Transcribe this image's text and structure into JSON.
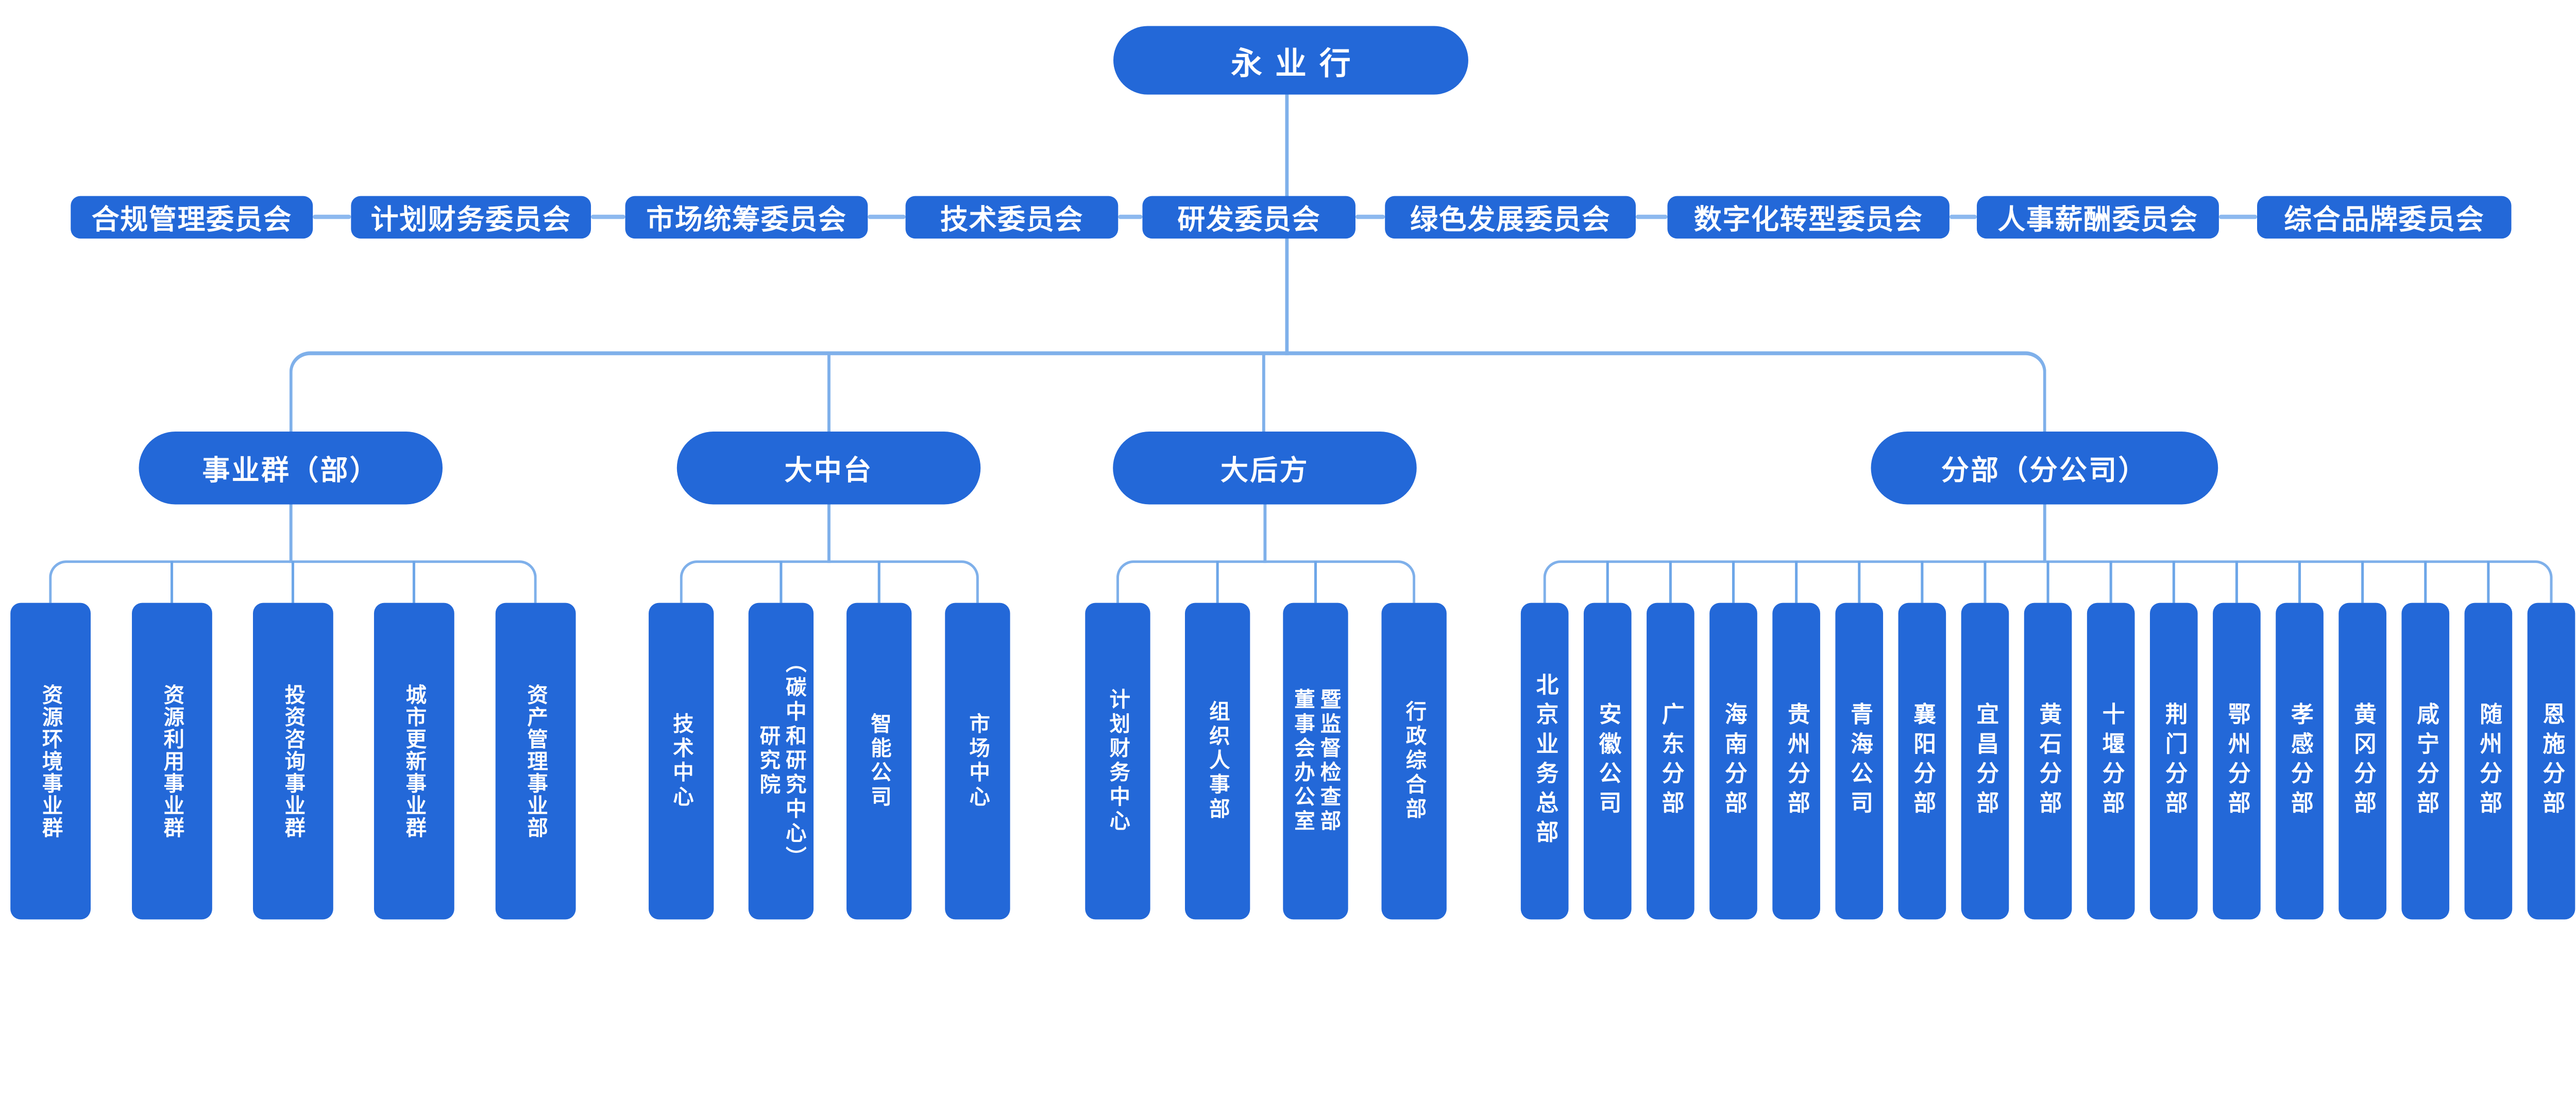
{
  "root": {
    "label": "永业行"
  },
  "committees": [
    "合规管理委员会",
    "计划财务委员会",
    "市场统筹委员会",
    "技术委员会",
    "研发委员会",
    "绿色发展委员会",
    "数字化转型委员会",
    "人事薪酬委员会",
    "综合品牌委员会"
  ],
  "groups": [
    {
      "label": "事业群（部）",
      "children": [
        "资源环境事业群",
        "资源利用事业群",
        "投资咨询事业群",
        "城市更新事业群",
        "资产管理事业部"
      ]
    },
    {
      "label": "大中台",
      "children": [
        "技术中心",
        "研究院\n（碳中和研究中心）",
        "智能公司",
        "市场中心"
      ]
    },
    {
      "label": "大后方",
      "children": [
        "计划财务中心",
        "组织人事部",
        "董事会办公室\n暨监督检查部",
        "行政综合部"
      ]
    },
    {
      "label": "分部（分公司）",
      "children": [
        "北京业务总部",
        "安徽公司",
        "广东分部",
        "海南分部",
        "贵州分部",
        "青海公司",
        "襄阳分部",
        "宜昌分部",
        "黄石分部",
        "十堰分部",
        "荆门分部",
        "鄂州分部",
        "孝感分部",
        "黄冈分部",
        "咸宁分部",
        "随州分部",
        "恩施分部"
      ]
    }
  ],
  "colors": {
    "node_fill": "#2368d8",
    "node_text": "#ffffff",
    "connector_light": "#7fb0ea",
    "connector_dark": "#6da6e8",
    "committee_link": "#8db9ef",
    "background": "#ffffff"
  }
}
